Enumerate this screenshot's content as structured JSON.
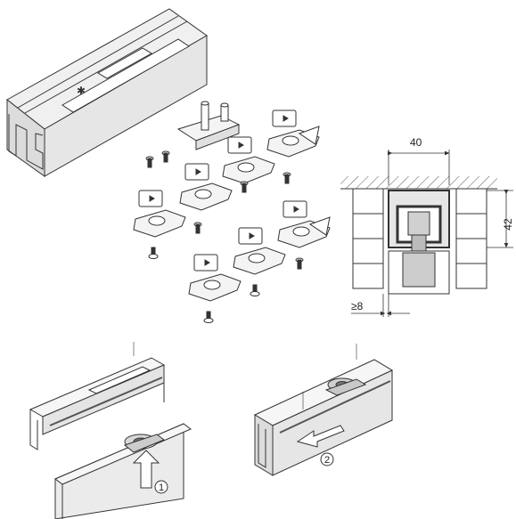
{
  "section_view": {
    "width_label": "40",
    "height_label": "42",
    "gap_label": "≥8"
  },
  "steps": {
    "step1_label": "1",
    "step2_label": "2"
  },
  "colors": {
    "line": "#333333",
    "rail_fill": "#e6e6e6",
    "light_fill": "#f4f4f4",
    "hatch": "#555555"
  }
}
